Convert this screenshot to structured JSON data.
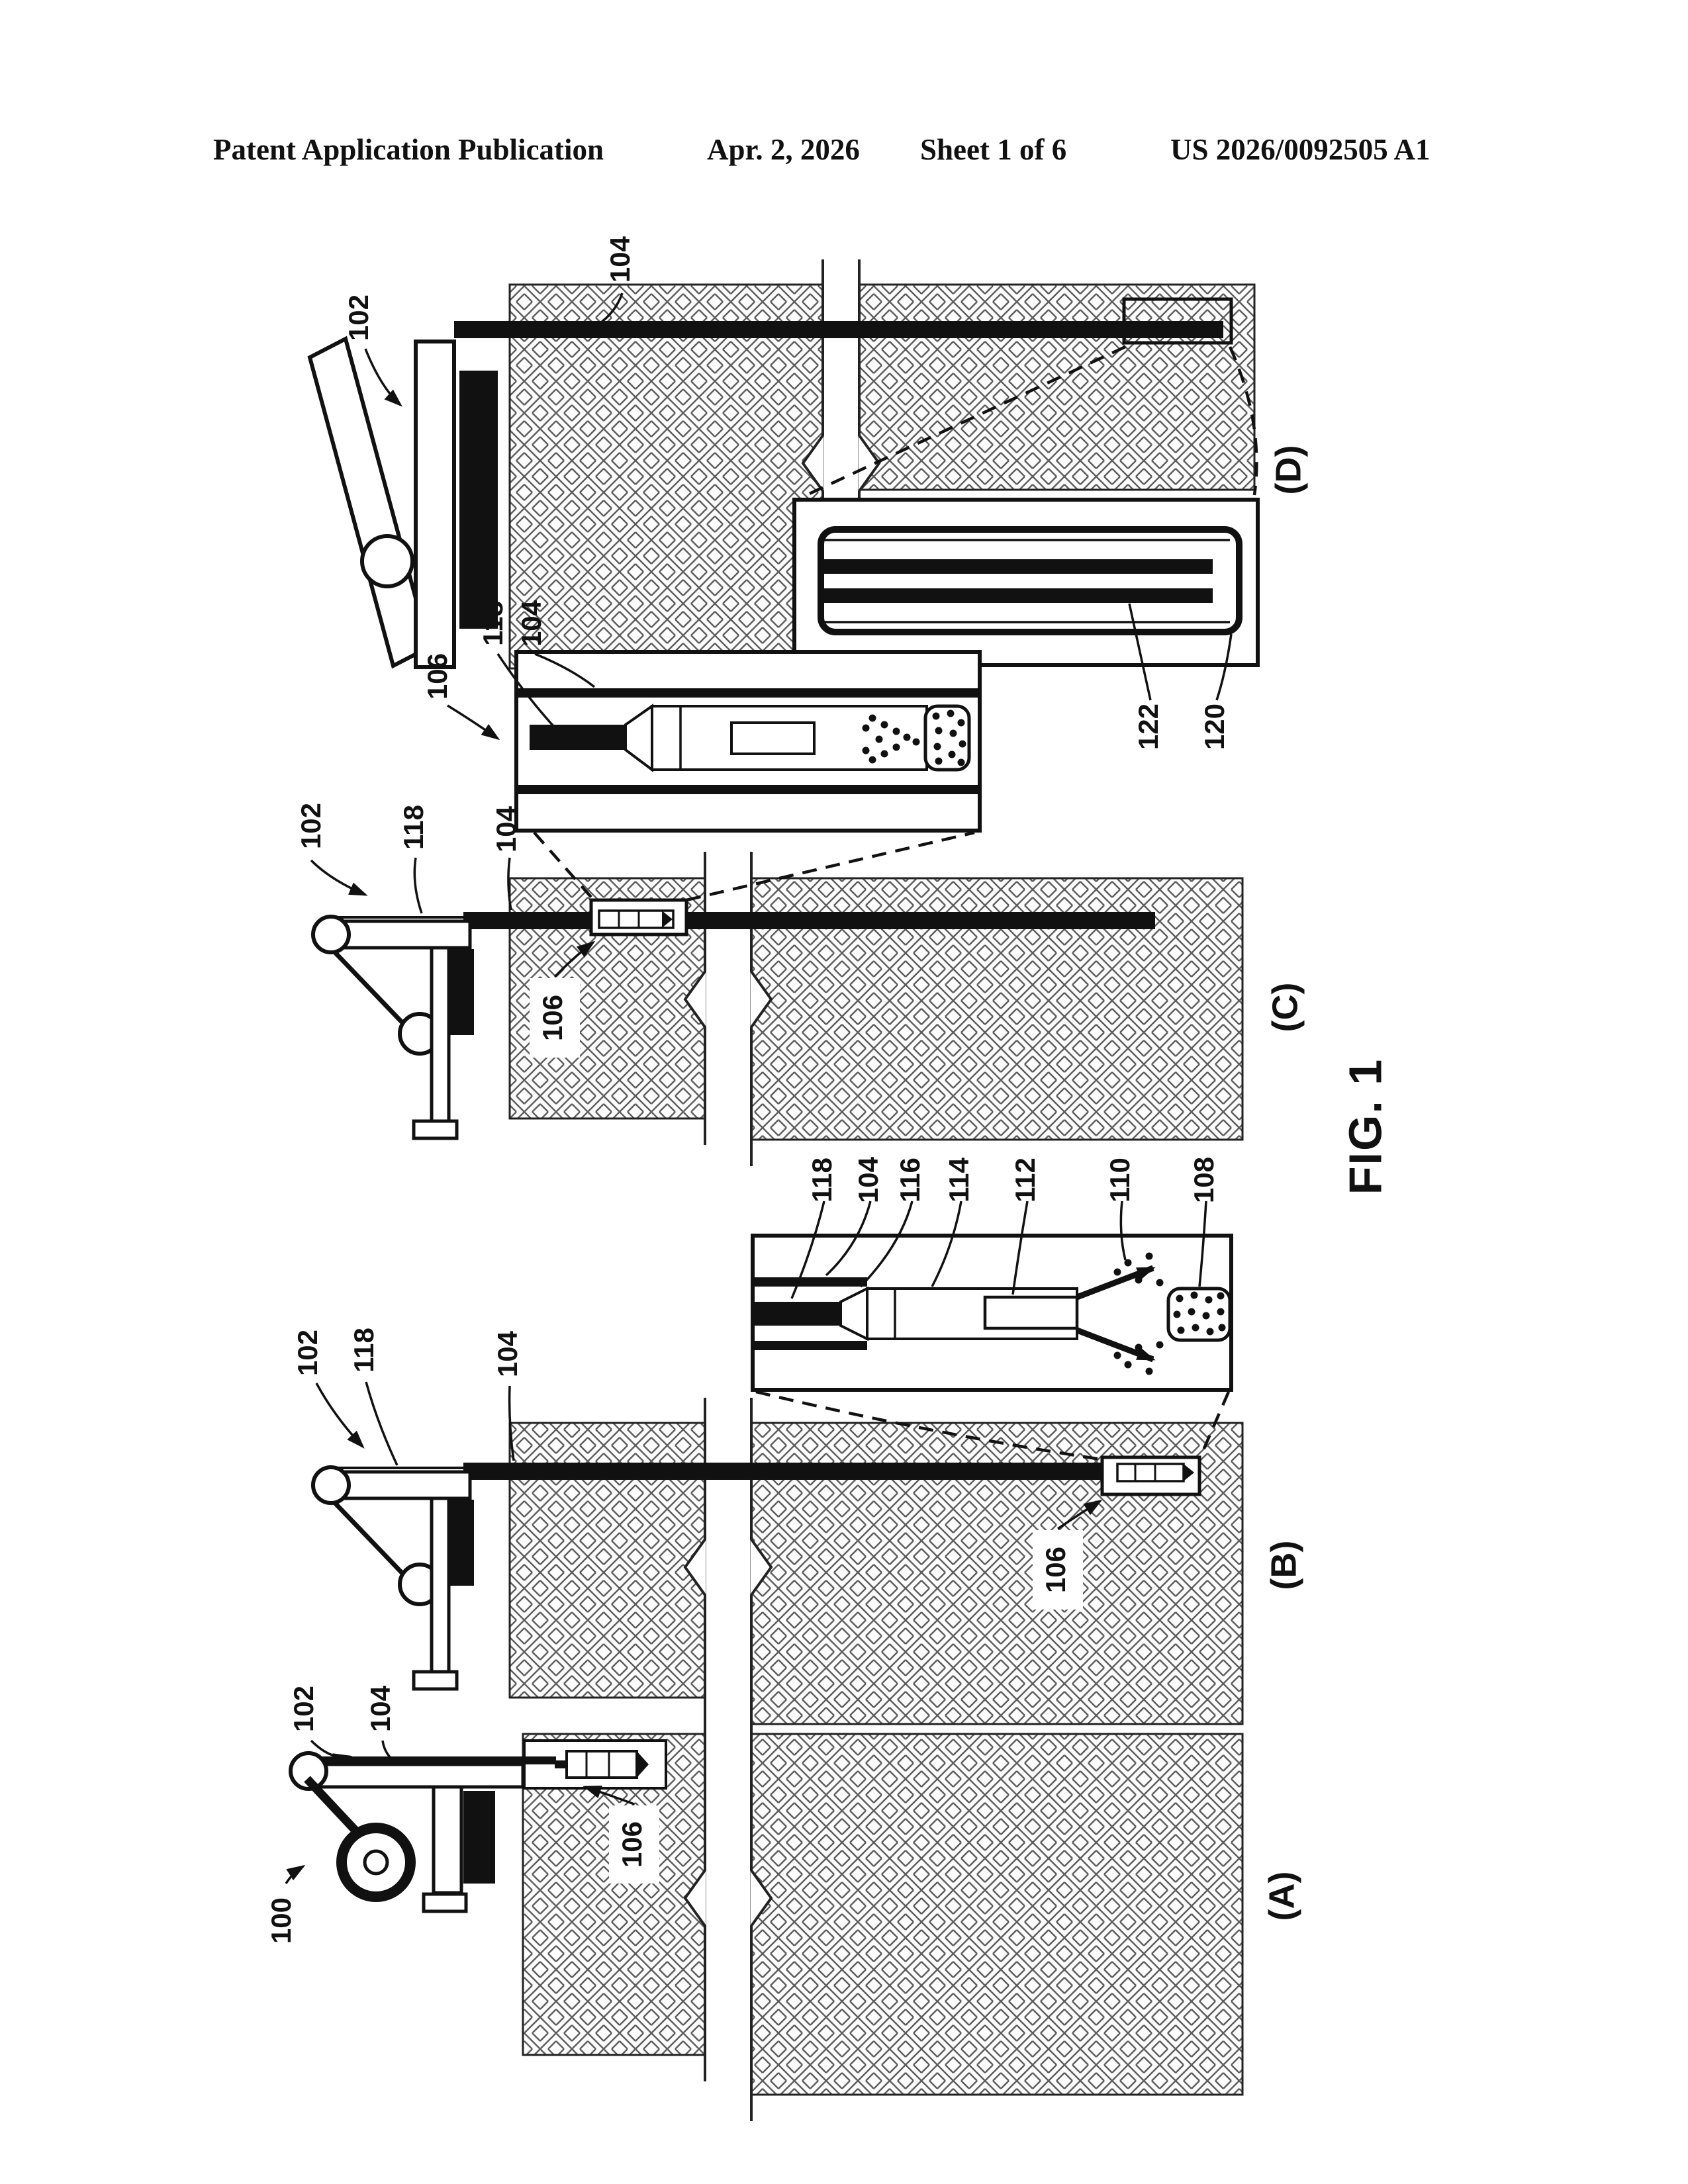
{
  "header": {
    "publication": "Patent Application Publication",
    "date": "Apr. 2, 2026",
    "sheet": "Sheet 1 of 6",
    "patent_number": "US 2026/0092505 A1"
  },
  "figure": {
    "caption": "FIG. 1",
    "panel_labels": {
      "a": "(A)",
      "b": "(B)",
      "c": "(C)",
      "d": "(D)"
    }
  },
  "refs": {
    "n100": "100",
    "n102": "102",
    "n104": "104",
    "n106": "106",
    "n108": "108",
    "n110": "110",
    "n112": "112",
    "n114": "114",
    "n116": "116",
    "n118": "118",
    "n120": "120",
    "n122": "122"
  }
}
